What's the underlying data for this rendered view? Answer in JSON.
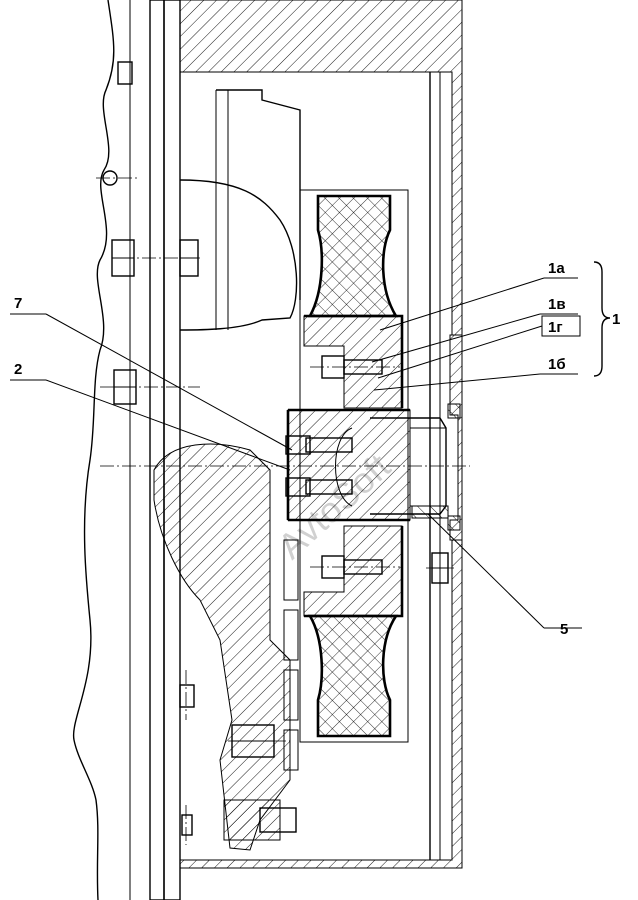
{
  "labels": {
    "assembly": "1",
    "part_1a": "1а",
    "part_1v": "1в",
    "part_1g": "1г",
    "part_1b": "1б",
    "part_7": "7",
    "part_2": "2",
    "part_5": "5"
  },
  "watermark": "AvtoSoft"
}
